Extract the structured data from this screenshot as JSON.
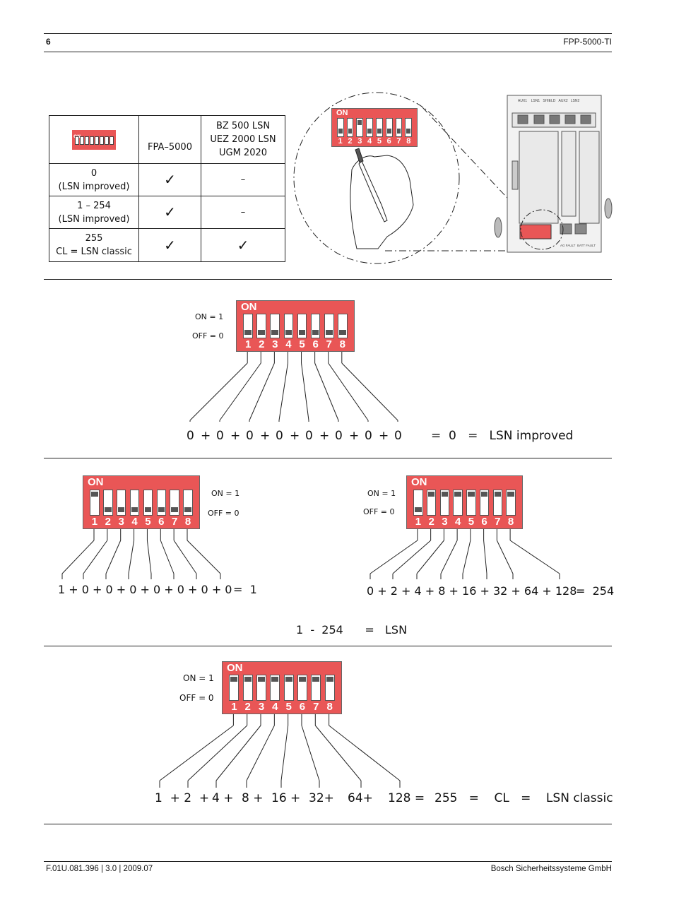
{
  "header": {
    "page_number": "6",
    "doc_title": "FPP-5000-TI"
  },
  "footer": {
    "doc_id": "F.01U.081.396 | 3.0 | 2009.07",
    "company": "Bosch Sicherheitssysteme GmbH"
  },
  "table": {
    "col_fpa": "FPA–5000",
    "col_bz": [
      "BZ 500 LSN",
      "UEZ 2000 LSN",
      "UGM 2020"
    ],
    "rows": [
      {
        "setting": [
          "0",
          "(LSN improved)"
        ],
        "fpa": "check",
        "bz": "–"
      },
      {
        "setting": [
          "1  – 254",
          "(LSN improved)"
        ],
        "fpa": "check",
        "bz": "–"
      },
      {
        "setting": [
          "255",
          "CL = LSN classic"
        ],
        "fpa": "check",
        "bz": "check"
      }
    ],
    "check_glyph": "✓"
  },
  "dip": {
    "on_label": "ON",
    "numbers": [
      "1",
      "2",
      "3",
      "4",
      "5",
      "6",
      "7",
      "8"
    ]
  },
  "legend": {
    "on": "ON = 1",
    "off": "OFF = 0"
  },
  "examples": {
    "ex0": {
      "switches": [
        0,
        0,
        0,
        0,
        0,
        0,
        0,
        0
      ],
      "terms": [
        "0",
        "+",
        "0",
        "+",
        "0",
        "+",
        "0",
        "+",
        "0",
        "+",
        "0",
        "+",
        "0",
        "+",
        "0"
      ],
      "result": "=  0   =   LSN improved"
    },
    "ex1": {
      "switches": [
        1,
        0,
        0,
        0,
        0,
        0,
        0,
        0
      ],
      "equation": "1 + 0 + 0 + 0 + 0 + 0 + 0 + 0",
      "result": "=  1"
    },
    "ex254": {
      "switches": [
        0,
        1,
        1,
        1,
        1,
        1,
        1,
        1
      ],
      "equation": "0 + 2 + 4 + 8 + 16 + 32 + 64 + 128",
      "result": "=  254"
    },
    "range": "1  -  254      =   LSN",
    "ex255": {
      "switches": [
        1,
        1,
        1,
        1,
        1,
        1,
        1,
        1
      ],
      "terms": [
        "1  + 2  +",
        "4 +",
        "8 +",
        "16 +",
        "32+",
        "64+",
        "128 =",
        "255   =    CL   =    LSN classic"
      ]
    }
  },
  "device": {
    "terminal_labels": [
      "AUX1",
      "LSN1",
      "SHIELD",
      "AUX2",
      "LSN2"
    ],
    "bottom_labels": [
      "AG FAULT",
      "BATT FAULT"
    ]
  }
}
